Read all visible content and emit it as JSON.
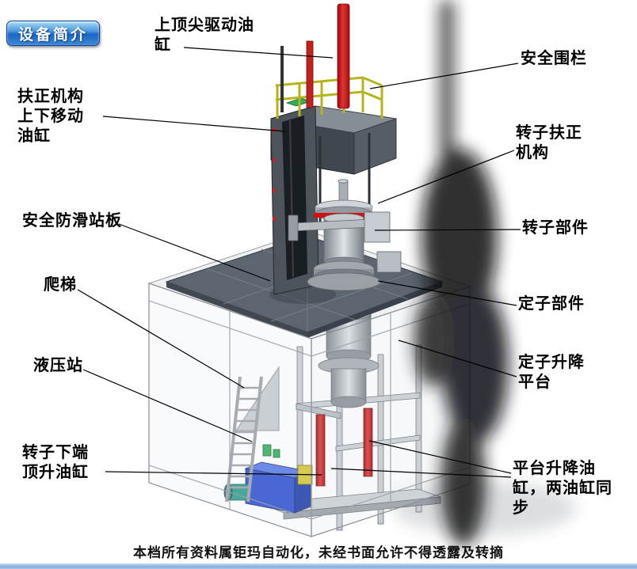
{
  "badge": {
    "label": "设备简介"
  },
  "callouts": {
    "top_drive_cylinder": "上顶尖驱动油缸",
    "safety_fence": "安全围栏",
    "centering_up_down_cylinder": "扶正机构上下移动油缸",
    "rotor_centering_mechanism": "转子扶正机构",
    "anti_slip_standing_board": "安全防滑站板",
    "ladder": "爬梯",
    "rotor_component": "转子部件",
    "stator_component": "定子部件",
    "hydraulic_station": "液压站",
    "stator_lift_platform": "定子升降平台",
    "rotor_lower_jack_cylinder": "转子下端顶升油缸",
    "platform_lift_cylinders": "平台升降油缸，两油缸同步"
  },
  "footer": {
    "text": "本档所有资料属钜玛自动化，未经书面允许不得透露及转摘"
  },
  "colors": {
    "badge_blue": "#1a66c4",
    "cylinder_red": "#cc1414",
    "railing_yellow": "#b4b41e",
    "hydraulic_blue": "#2a4ecf",
    "motor_teal": "#2a9a8a",
    "platform_gray": "#5c6570",
    "frame_dark_gray": "#4a5158"
  }
}
